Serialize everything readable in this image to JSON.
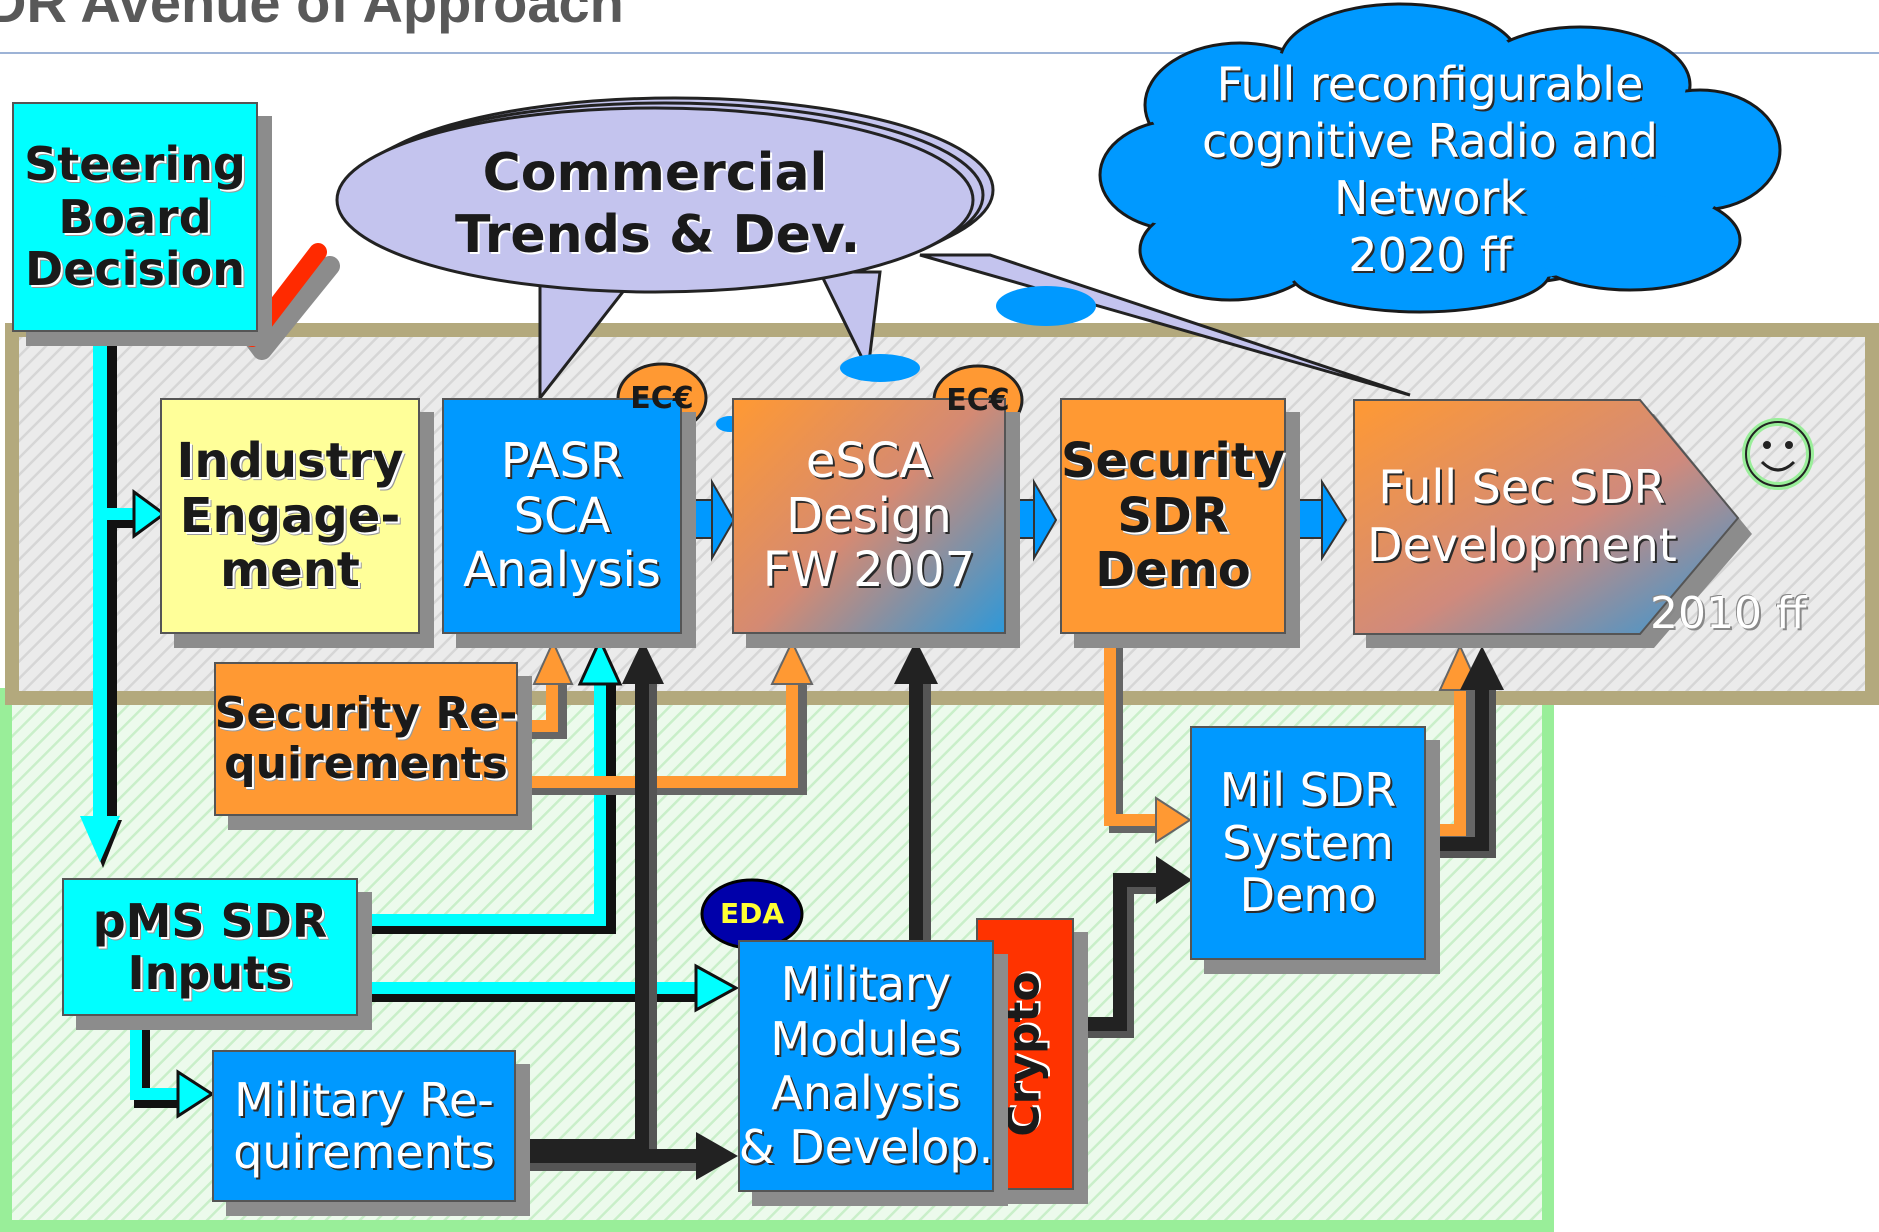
{
  "slide": {
    "title": "DR Avenue of Approach"
  },
  "colors": {
    "cyan": "#00ffff",
    "yellow": "#ffff99",
    "blue": "#0099ff",
    "orange": "#ff9933",
    "red": "#ff3300",
    "black_arrow": "#222222",
    "green_band": "#c8f5c8"
  },
  "nodes": {
    "steering_board": [
      "Steering",
      "Board",
      "Decision"
    ],
    "industry_engagement": [
      "Industry",
      "Engage-",
      "ment"
    ],
    "pasr_sca": [
      "PASR",
      "SCA",
      "Analysis"
    ],
    "esca_design": [
      "eSCA",
      "Design",
      "FW 2007"
    ],
    "security_sdr_demo": [
      "Security",
      "SDR",
      "Demo"
    ],
    "full_sec_sdr": [
      "Full Sec SDR",
      "Development"
    ],
    "security_requirements": [
      "Security Re-",
      "quirements"
    ],
    "pms_sdr_inputs": [
      "pMS SDR",
      "Inputs"
    ],
    "military_requirements": [
      "Military Re-",
      "quirements"
    ],
    "military_modules": [
      "Military",
      "Modules",
      "Analysis",
      "& Develop."
    ],
    "crypto": "Crypto",
    "mil_sdr_demo": [
      "Mil SDR",
      "System",
      "Demo"
    ]
  },
  "callouts": {
    "commercial": [
      "Commercial",
      "Trends & Dev."
    ],
    "cloud": [
      "Full reconfigurable",
      "cognitive Radio and",
      "Network",
      "2020 ff"
    ]
  },
  "badges": {
    "ec1": "EC€",
    "ec2": "EC€",
    "eda": "EDA"
  },
  "labels": {
    "timeframe": "2010 ff"
  },
  "icons": [
    "check-mark-icon",
    "smiley-icon"
  ]
}
